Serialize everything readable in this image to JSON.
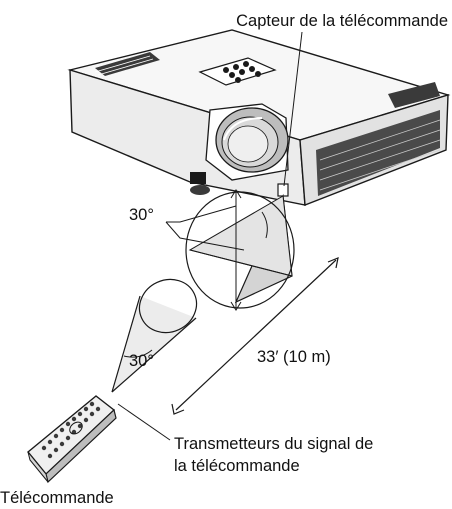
{
  "labels": {
    "sensor": "Capteur de la télécommande",
    "angle_top": "30°",
    "angle_bottom": "30°",
    "distance": "33′ (10 m)",
    "transmitter_line1": "Transmetteurs du signal de",
    "transmitter_line2": "la télécommande",
    "remote": "Télécommande"
  },
  "colors": {
    "line": "#1a1a1a",
    "cone_fill": "#d4d4d4",
    "cone_fill_light": "#ececec",
    "projector_body": "#f7f7f7",
    "projector_side": "#e2e2e2",
    "vent": "#3a3a3a",
    "lens": "#cfcfcf",
    "remote_body": "#f0f0f0"
  }
}
